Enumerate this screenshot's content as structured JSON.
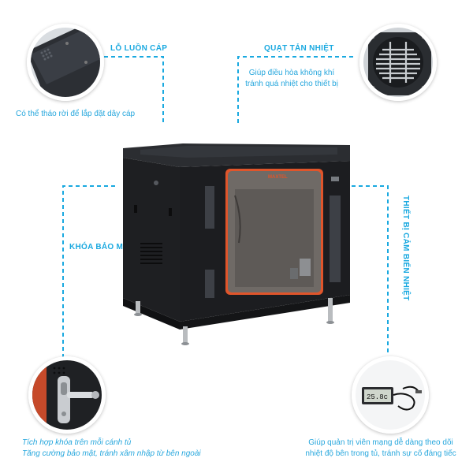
{
  "features": {
    "cable_hole": {
      "title": "LỖ LUỒN CÁP",
      "desc": "Có thể tháo rời để lắp đặt dây cáp",
      "icon": "cable-hole-plate-icon"
    },
    "fan": {
      "title": "QUẠT TẢN NHIỆT",
      "desc_lines": [
        "Giúp điều hòa không khí",
        "tránh quá nhiệt cho thiết bị"
      ],
      "icon": "cooling-fan-icon"
    },
    "lock": {
      "title": "KHÓA BẢO MẬT",
      "desc_lines": [
        "Tích hợp khóa trên mỗi cánh tủ",
        "Tăng cường bảo mật, tránh xâm nhập từ bên ngoài"
      ],
      "icon": "door-lock-icon"
    },
    "sensor": {
      "title": "THIẾT BỊ CẢM BIẾN NHIỆT",
      "desc_lines": [
        "Giúp quản trị viên mạng dễ dàng theo dõi",
        "nhiệt độ bên trong tủ, tránh sự cố đáng tiếc"
      ],
      "display": "25.8c",
      "icon": "thermometer-sensor-icon"
    }
  },
  "cabinet": {
    "brand": "MAXTEL",
    "icon": "server-rack-cabinet-icon"
  },
  "colors": {
    "accent": "#1aa9e0",
    "cabinet": "#1c1d20",
    "door_trim": "#e0552b"
  }
}
